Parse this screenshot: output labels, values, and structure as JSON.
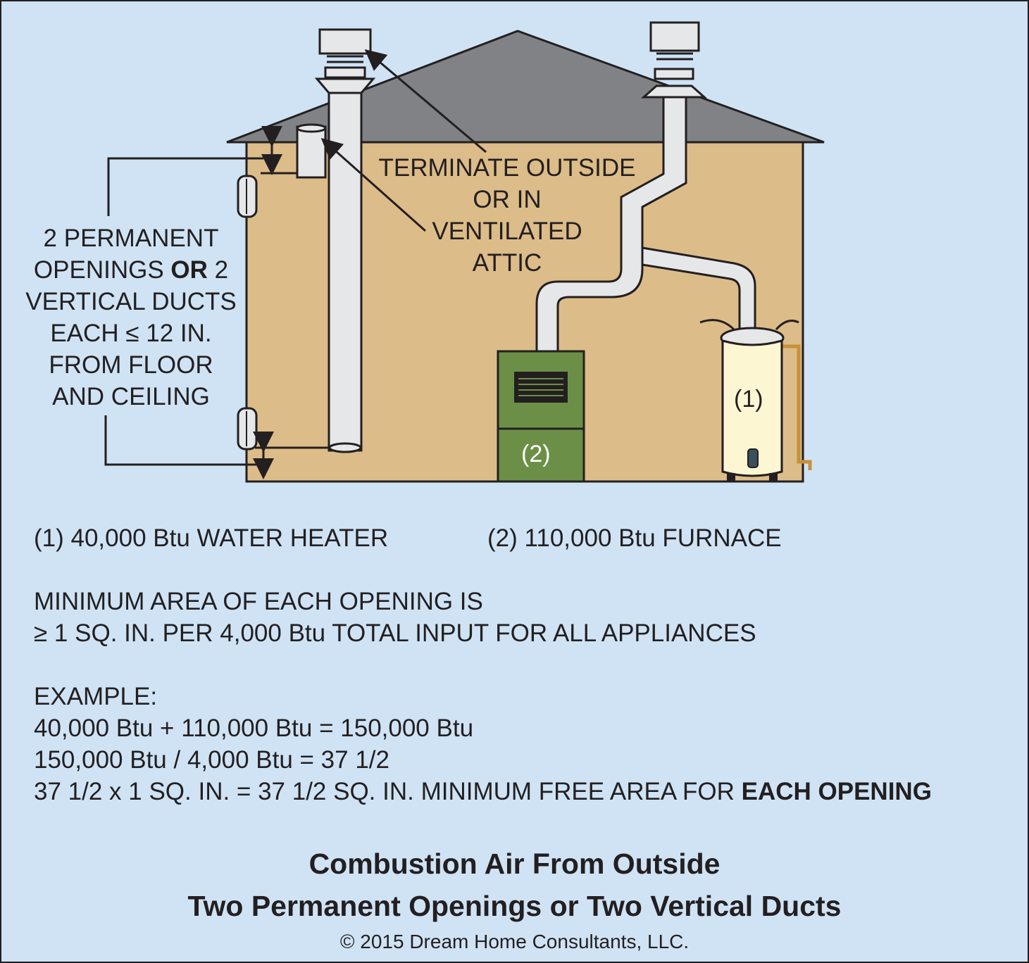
{
  "diagram": {
    "labels": {
      "terminate": [
        "TERMINATE OUTSIDE",
        "OR IN",
        "VENTILATED",
        "ATTIC"
      ],
      "openings": {
        "line1": "2 PERMANENT",
        "line2_pre": "OPENINGS ",
        "line2_bold": "OR",
        "line2_post": " 2",
        "line3": "VERTICAL DUCTS",
        "line4": "EACH ≤ 12 IN.",
        "line5": "FROM FLOOR",
        "line6": "AND CEILING"
      },
      "water_heater_tag": "(1)",
      "furnace_tag": "(2)"
    },
    "colors": {
      "background": "#cfe3f5",
      "roof": "#808285",
      "house_wall": "#dcbc88",
      "furnace": "#6b8f47",
      "water_heater": "#fdf6d3",
      "duct": "#e6e7e8",
      "outline": "#231f20"
    }
  },
  "legend": {
    "item1": "(1) 40,000 Btu WATER HEATER",
    "item2": "(2) 110,000 Btu FURNACE"
  },
  "rule": {
    "line1": "MINIMUM AREA OF EACH OPENING IS",
    "line2": "≥ 1 SQ. IN. PER 4,000 Btu TOTAL INPUT FOR ALL APPLIANCES"
  },
  "example": {
    "heading": "EXAMPLE:",
    "line1": "40,000 Btu + 110,000 Btu = 150,000 Btu",
    "line2": "150,000 Btu / 4,000 Btu = 37 1/2",
    "line3_pre": "37 1/2 x 1 SQ. IN. = 37 1/2 SQ. IN. MINIMUM FREE AREA FOR ",
    "line3_bold": "EACH OPENING"
  },
  "title": {
    "line1": "Combustion Air From Outside",
    "line2": "Two Permanent Openings or Two Vertical Ducts"
  },
  "copyright": "© 2015 Dream Home Consultants, LLC."
}
